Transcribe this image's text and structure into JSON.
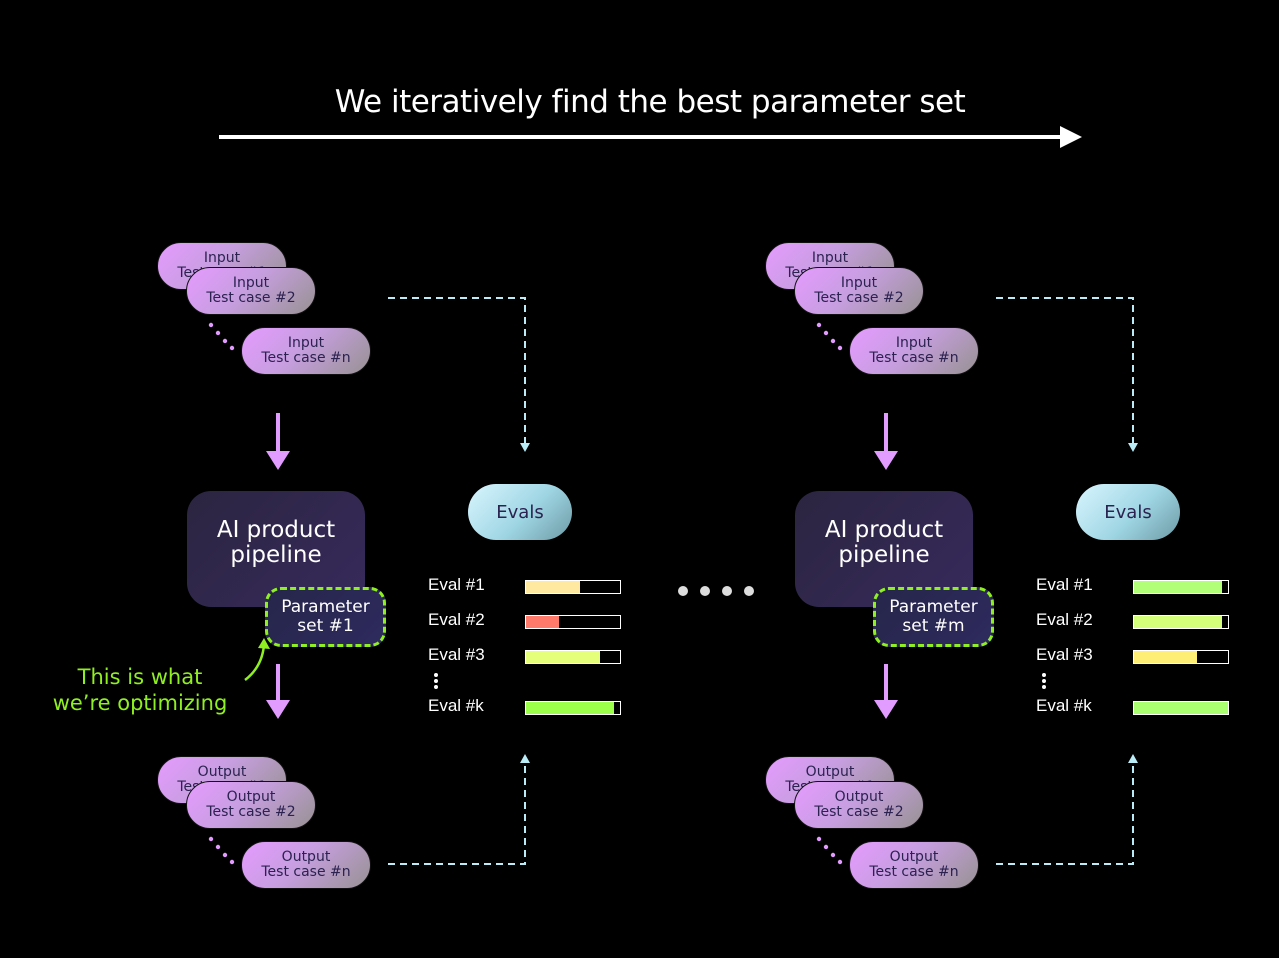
{
  "title": "We iteratively find the best parameter set",
  "note": {
    "line1": "This is what",
    "line2": "we’re optimizing"
  },
  "iterations": [
    {
      "inputs": [
        {
          "line1": "Input",
          "line2": "Test case #1"
        },
        {
          "line1": "Input",
          "line2": "Test case #2"
        },
        {
          "line1": "Input",
          "line2": "Test case #n"
        }
      ],
      "pipeline": {
        "line1": "AI product",
        "line2": "pipeline"
      },
      "param": {
        "line1": "Parameter",
        "line2": "set #1"
      },
      "outputs": [
        {
          "line1": "Output",
          "line2": "Test case #1"
        },
        {
          "line1": "Output",
          "line2": "Test case #2"
        },
        {
          "line1": "Output",
          "line2": "Test case #n"
        }
      ],
      "evals_label": "Evals",
      "evals": [
        {
          "label": "Eval #1",
          "score": 0.57,
          "color": "#ffe8a0"
        },
        {
          "label": "Eval #2",
          "score": 0.35,
          "color": "#ff7a6b"
        },
        {
          "label": "Eval #3",
          "score": 0.79,
          "color": "#e6ff7a"
        },
        {
          "label": "Eval #k",
          "score": 0.94,
          "color": "#9cff4a"
        }
      ]
    },
    {
      "inputs": [
        {
          "line1": "Input",
          "line2": "Test case #1"
        },
        {
          "line1": "Input",
          "line2": "Test case #2"
        },
        {
          "line1": "Input",
          "line2": "Test case #n"
        }
      ],
      "pipeline": {
        "line1": "AI product",
        "line2": "pipeline"
      },
      "param": {
        "line1": "Parameter",
        "line2": "set #m"
      },
      "outputs": [
        {
          "line1": "Output",
          "line2": "Test case #1"
        },
        {
          "line1": "Output",
          "line2": "Test case #2"
        },
        {
          "line1": "Output",
          "line2": "Test case #n"
        }
      ],
      "evals_label": "Evals",
      "evals": [
        {
          "label": "Eval #1",
          "score": 0.94,
          "color": "#b2ff78"
        },
        {
          "label": "Eval #2",
          "score": 0.94,
          "color": "#d4ff7a"
        },
        {
          "label": "Eval #3",
          "score": 0.67,
          "color": "#ffee75"
        },
        {
          "label": "Eval #k",
          "score": 1.0,
          "color": "#aaff70"
        }
      ]
    }
  ],
  "colors": {
    "flow_arrow": "#e29bff",
    "dashed": "#b9ecf7",
    "highlight": "#8ff021"
  }
}
